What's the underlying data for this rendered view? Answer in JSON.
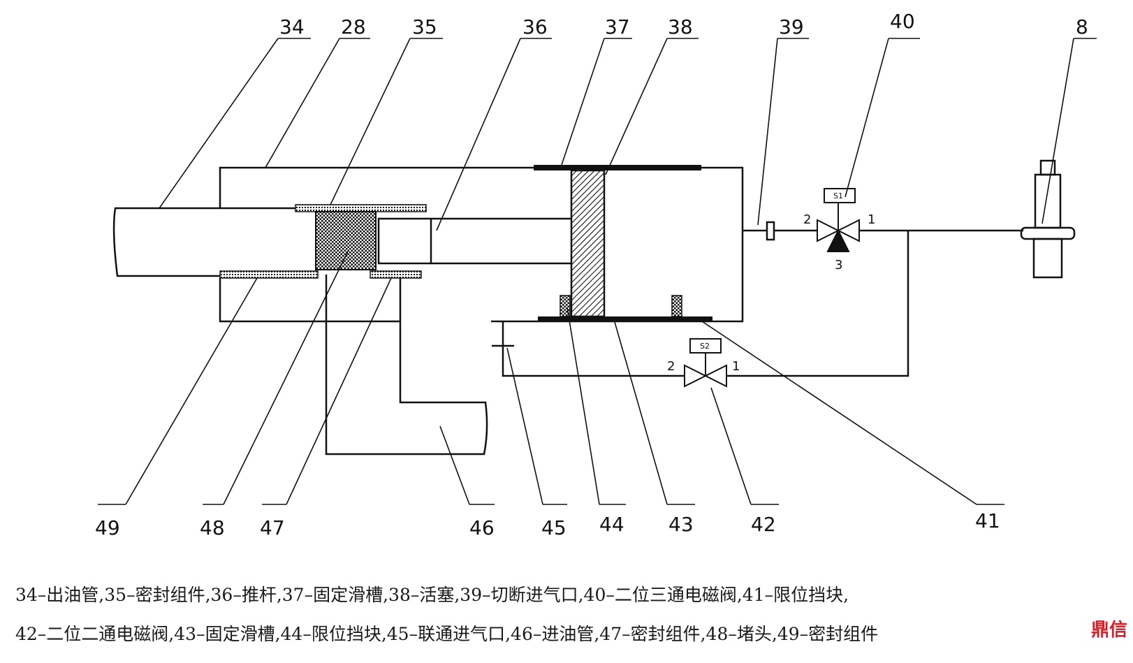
{
  "labels": {
    "34": "34",
    "28": "28",
    "35": "35",
    "36": "36",
    "37": "37",
    "38": "38",
    "39": "39",
    "40": "40",
    "8": "8",
    "41": "41",
    "42": "42",
    "43": "43",
    "44": "44",
    "45": "45",
    "46": "46",
    "47": "47",
    "48": "48",
    "49": "49"
  },
  "ports": {
    "v40_in": "2",
    "v40_out": "1",
    "v40_exh": "3",
    "v42_in": "2",
    "v42_out": "1"
  },
  "coils": {
    "v40": "S1",
    "v42": "S2"
  },
  "caption": {
    "line1": "34–出油管,35–密封组件,36–推杆,37–固定滑槽,38–活塞,39–切断进气口,40–二位三通电磁阀,41–限位挡块,",
    "line2": "42–二位二通电磁阀,43–固定滑槽,44–限位挡块,45–联通进气口,46–进油管,47–密封组件,48–堵头,49–密封组件"
  },
  "watermark": "鼎信",
  "colors": {
    "line": "#111111",
    "watermark": "#d2232a"
  }
}
